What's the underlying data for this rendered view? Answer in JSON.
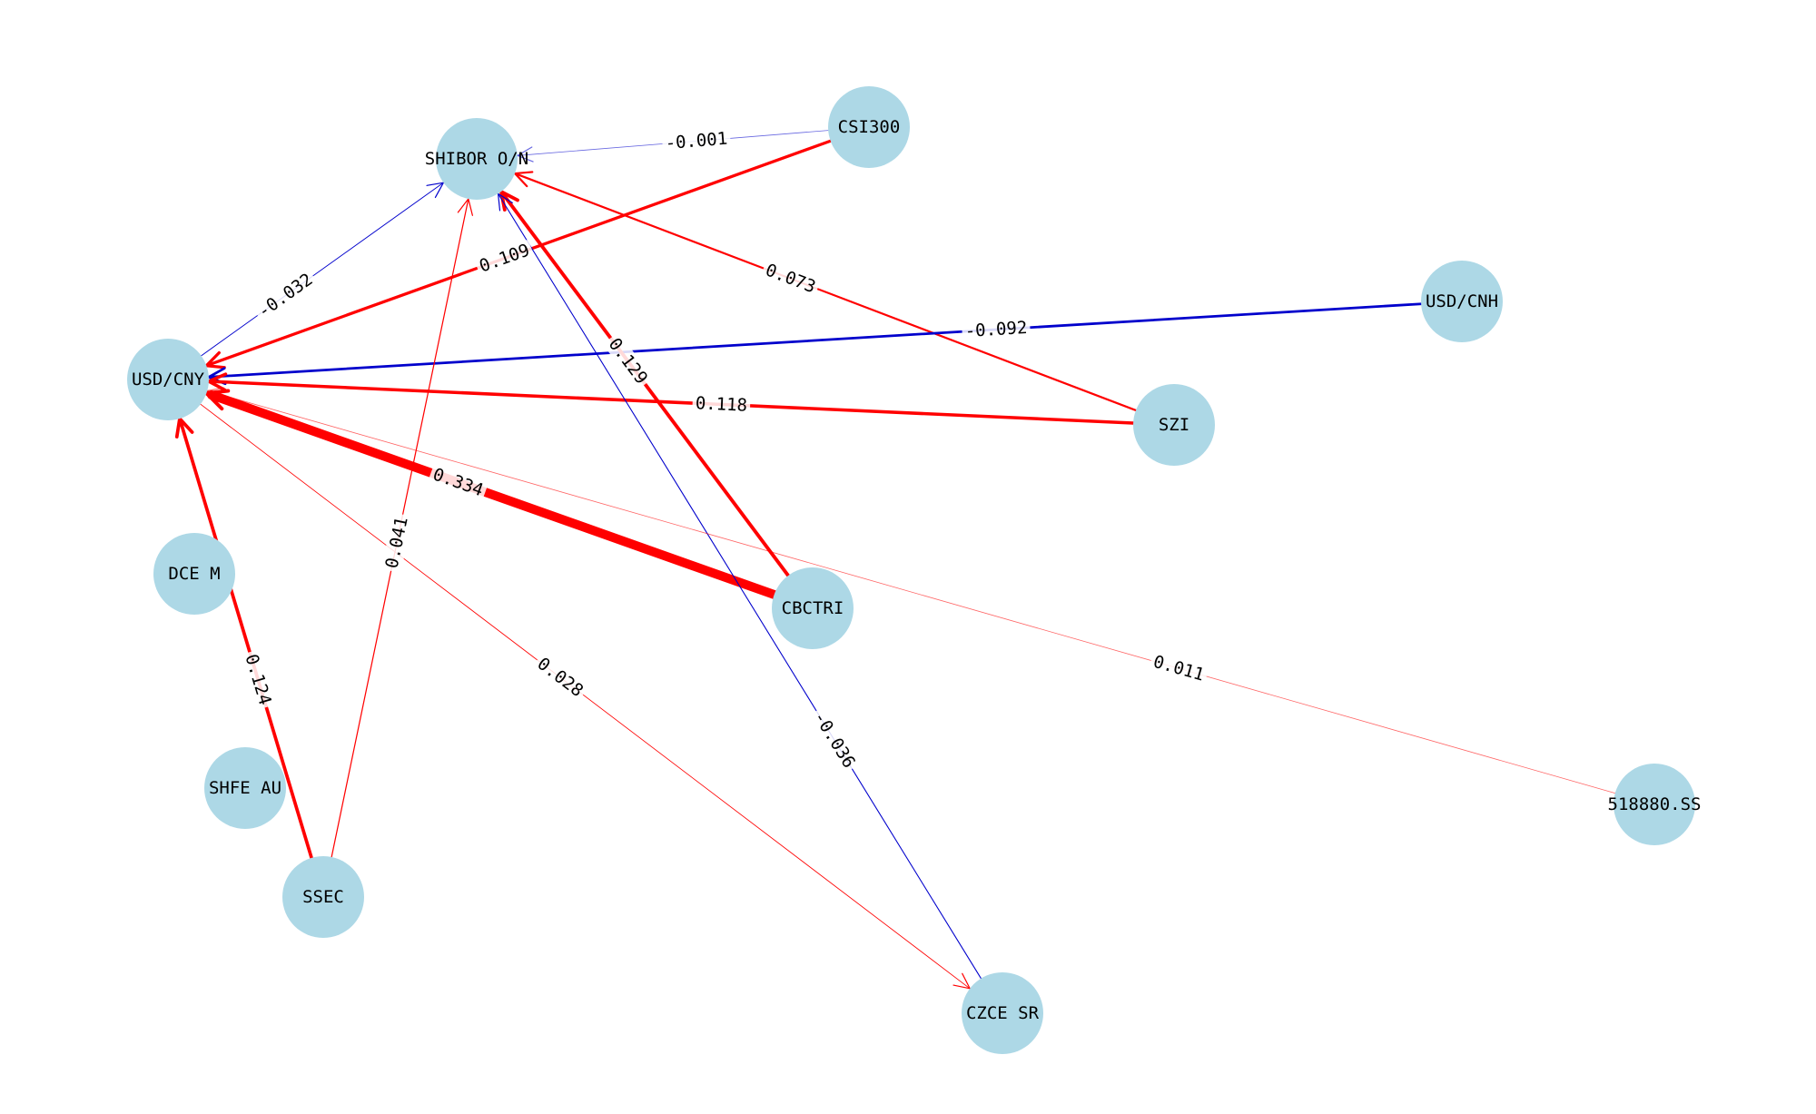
{
  "colors": {
    "node_fill": "#add8e6",
    "positive_edge": "#ff0000",
    "negative_edge": "#0000cc"
  },
  "nodes": [
    {
      "id": "shibor",
      "label": "SHIBOR O/N"
    },
    {
      "id": "csi300",
      "label": "CSI300"
    },
    {
      "id": "usdcnh",
      "label": "USD/CNH"
    },
    {
      "id": "usdcny",
      "label": "USD/CNY"
    },
    {
      "id": "szi",
      "label": "SZI"
    },
    {
      "id": "dcem",
      "label": "DCE M"
    },
    {
      "id": "cbctri",
      "label": "CBCTRI"
    },
    {
      "id": "shfeau",
      "label": "SHFE AU"
    },
    {
      "id": "ssec",
      "label": "SSEC"
    },
    {
      "id": "s518880",
      "label": "518880.SS"
    },
    {
      "id": "czcesr",
      "label": "CZCE SR"
    }
  ],
  "edges": [
    {
      "id": "e1",
      "source": "csi300",
      "target": "shibor",
      "weight": -0.001,
      "label": "-0.001"
    },
    {
      "id": "e2",
      "source": "csi300",
      "target": "usdcny",
      "weight": 0.109,
      "label": "0.109"
    },
    {
      "id": "e3",
      "source": "usdcny",
      "target": "shibor",
      "weight": -0.032,
      "label": "-0.032"
    },
    {
      "id": "e4",
      "source": "szi",
      "target": "shibor",
      "weight": 0.073,
      "label": "0.073"
    },
    {
      "id": "e5",
      "source": "usdcnh",
      "target": "usdcny",
      "weight": -0.092,
      "label": "-0.092"
    },
    {
      "id": "e6",
      "source": "cbctri",
      "target": "shibor",
      "weight": 0.129,
      "label": "0.129"
    },
    {
      "id": "e7",
      "source": "szi",
      "target": "usdcny",
      "weight": 0.118,
      "label": "0.118"
    },
    {
      "id": "e8",
      "source": "cbctri",
      "target": "usdcny",
      "weight": 0.334,
      "label": "0.334"
    },
    {
      "id": "e9",
      "source": "ssec",
      "target": "shibor",
      "weight": 0.041,
      "label": "0.041"
    },
    {
      "id": "e10",
      "source": "czcesr",
      "target": "shibor",
      "weight": -0.036,
      "label": "-0.036"
    },
    {
      "id": "e11",
      "source": "s518880",
      "target": "usdcny",
      "weight": 0.011,
      "label": "0.011"
    },
    {
      "id": "e12",
      "source": "ssec",
      "target": "usdcny",
      "weight": 0.124,
      "label": "0.124"
    },
    {
      "id": "e13",
      "source": "usdcny",
      "target": "czcesr",
      "weight": 0.028,
      "label": "0.028"
    }
  ]
}
